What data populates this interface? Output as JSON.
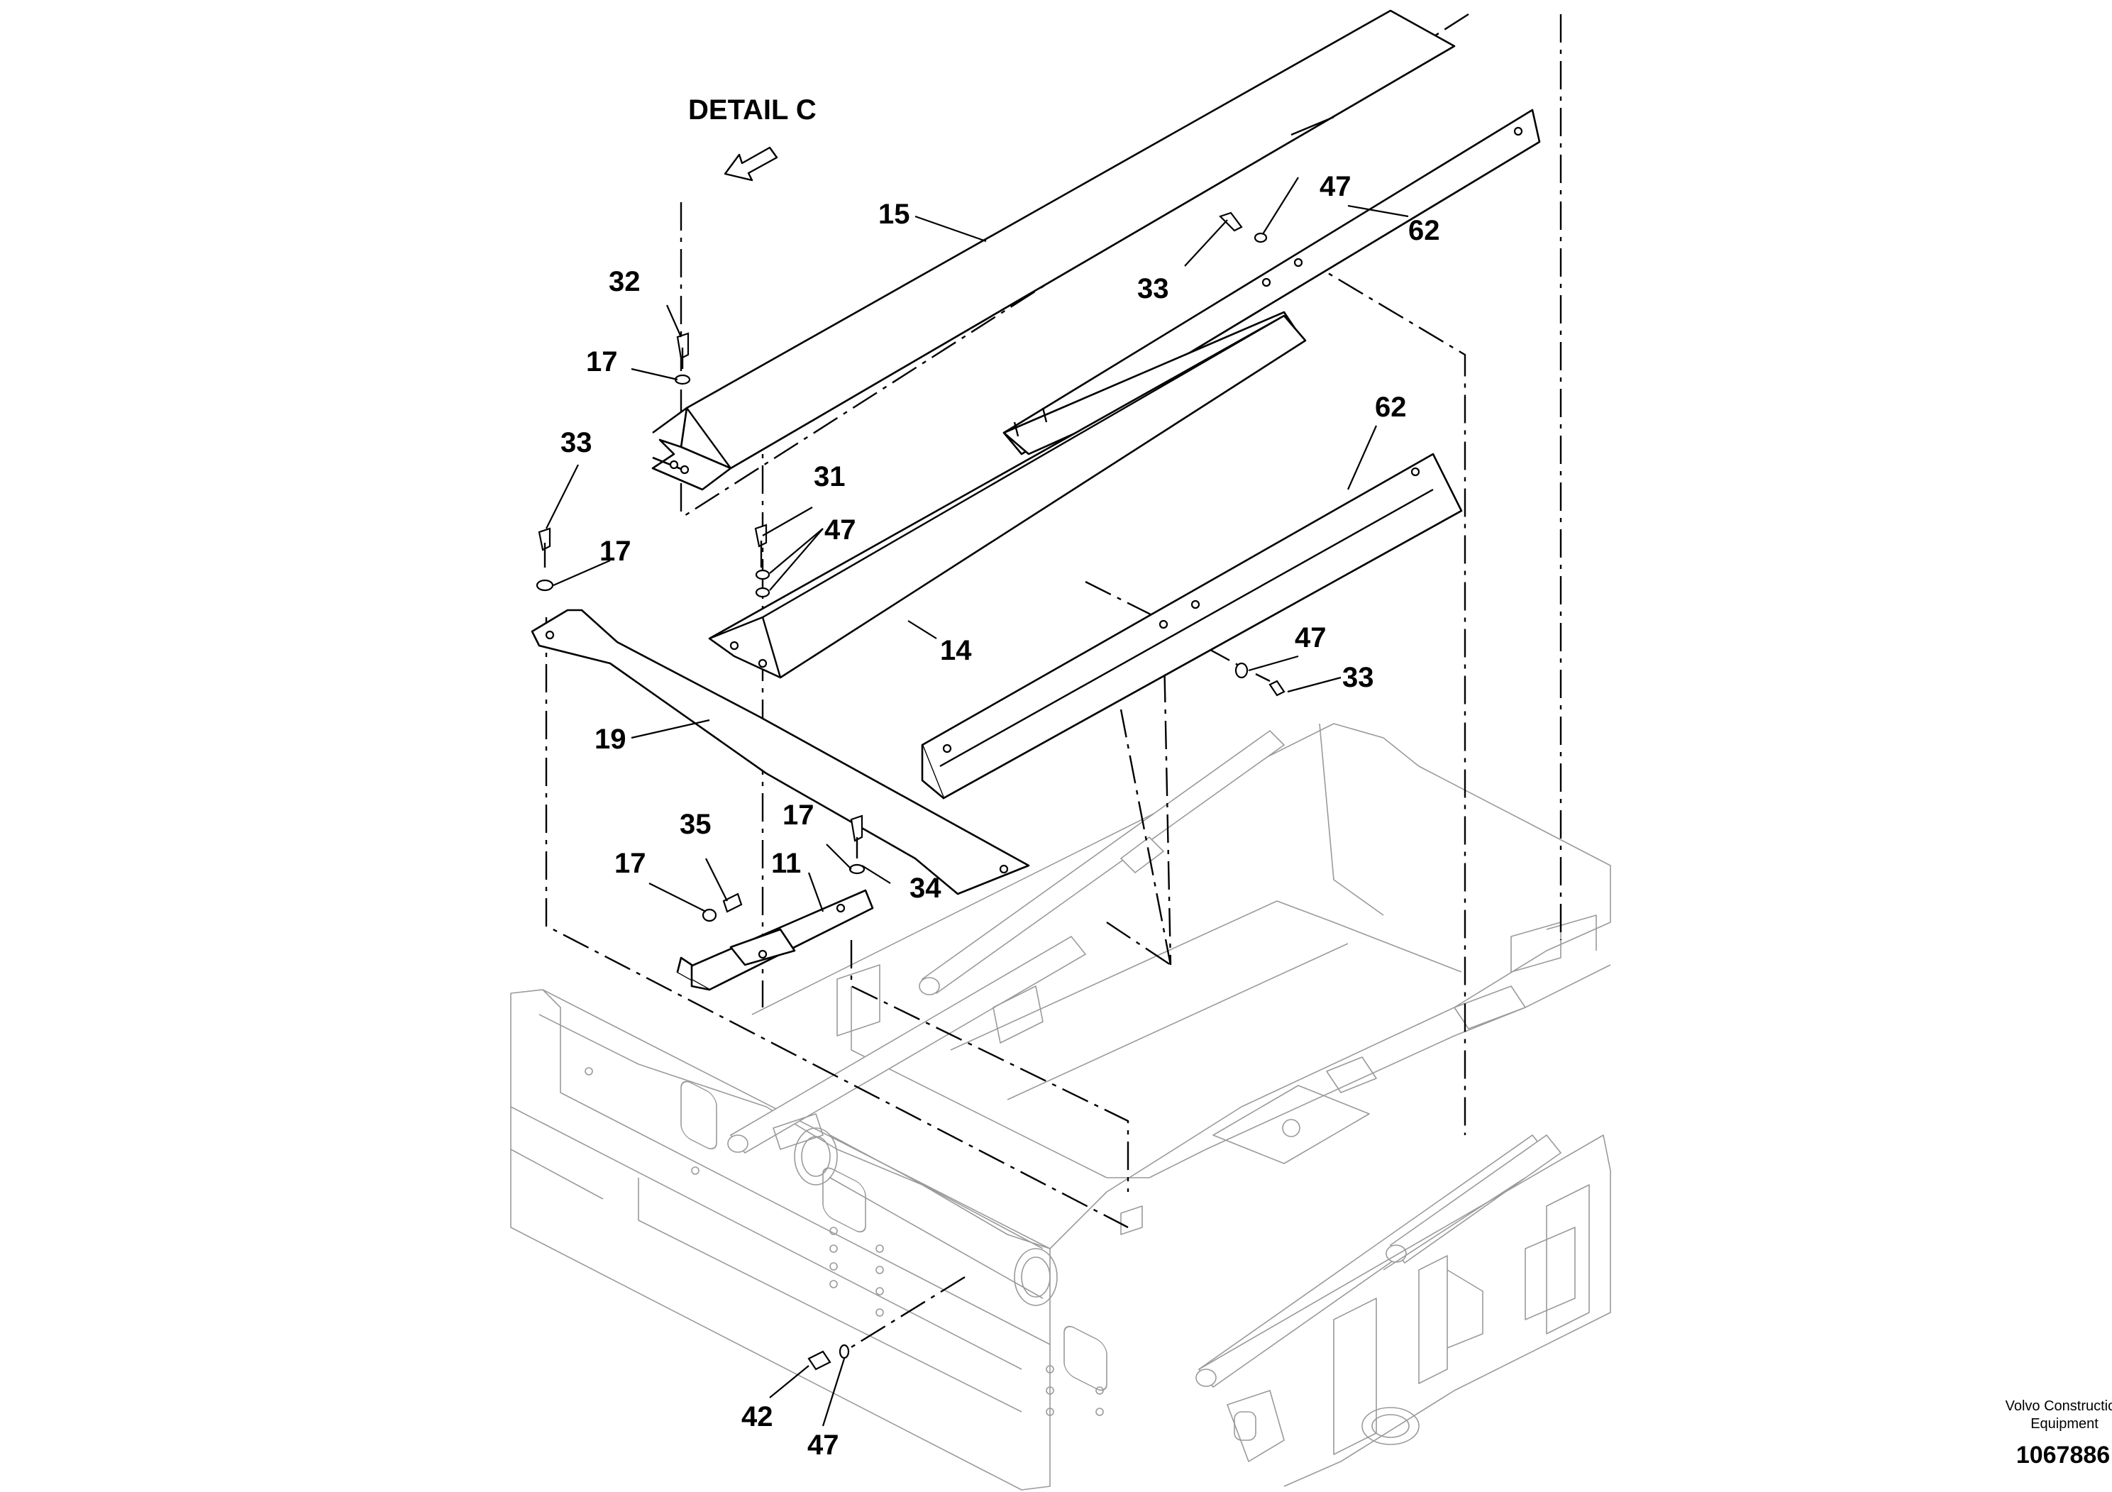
{
  "title": "DETAIL C",
  "footer": {
    "company_line1": "Volvo Construction",
    "company_line2": "Equipment",
    "document_number": "1067886"
  },
  "callouts": [
    {
      "id": "c15",
      "text": "15"
    },
    {
      "id": "c47a",
      "text": "47"
    },
    {
      "id": "c62a",
      "text": "62"
    },
    {
      "id": "c33a",
      "text": "33"
    },
    {
      "id": "c32",
      "text": "32"
    },
    {
      "id": "c17a",
      "text": "17"
    },
    {
      "id": "c33b",
      "text": "33"
    },
    {
      "id": "c62b",
      "text": "62"
    },
    {
      "id": "c31",
      "text": "31"
    },
    {
      "id": "c47b",
      "text": "47"
    },
    {
      "id": "c17b",
      "text": "17"
    },
    {
      "id": "c14",
      "text": "14"
    },
    {
      "id": "c47c",
      "text": "47"
    },
    {
      "id": "c33c",
      "text": "33"
    },
    {
      "id": "c19",
      "text": "19"
    },
    {
      "id": "c35",
      "text": "35"
    },
    {
      "id": "c17c",
      "text": "17"
    },
    {
      "id": "c11",
      "text": "11"
    },
    {
      "id": "c17d",
      "text": "17"
    },
    {
      "id": "c34",
      "text": "34"
    },
    {
      "id": "c42",
      "text": "42"
    },
    {
      "id": "c47d",
      "text": "47"
    }
  ]
}
